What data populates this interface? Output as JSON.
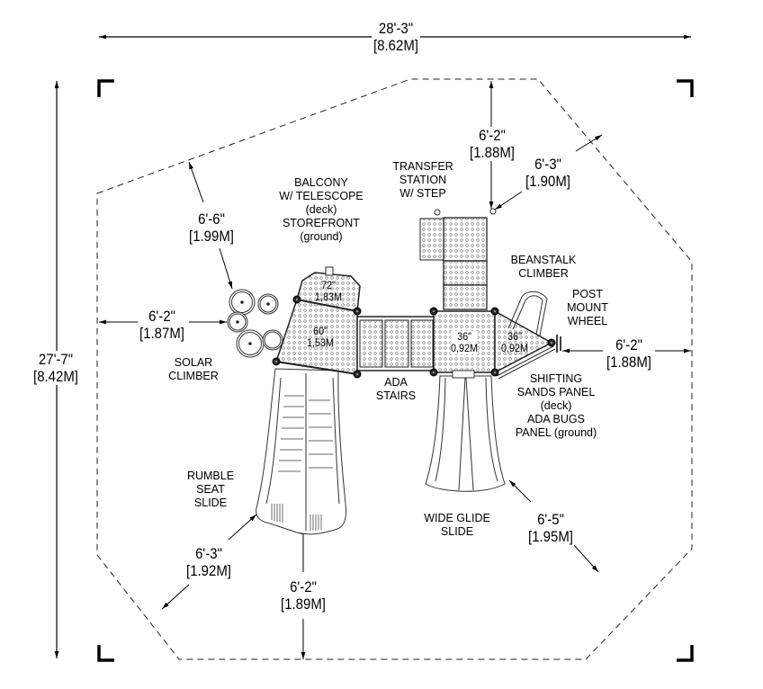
{
  "drawing": {
    "type": "playground plan view",
    "overall": {
      "width": {
        "imperial": "28'-3\"",
        "metric": "[8.62M]"
      },
      "depth": {
        "imperial": "27'-7\"",
        "metric": "[8.42M]"
      }
    },
    "clearances": [
      {
        "id": "top-center",
        "imperial": "6'-2\"",
        "metric": "[1.88M]"
      },
      {
        "id": "top-right",
        "imperial": "6'-3\"",
        "metric": "[1.90M]"
      },
      {
        "id": "top-left",
        "imperial": "6'-6\"",
        "metric": "[1.99M]"
      },
      {
        "id": "left",
        "imperial": "6'-2\"",
        "metric": "[1.87M]"
      },
      {
        "id": "right",
        "imperial": "6'-2\"",
        "metric": "[1.88M]"
      },
      {
        "id": "bottom-right",
        "imperial": "6'-5\"",
        "metric": "[1.95M]"
      },
      {
        "id": "bottom-left",
        "imperial": "6'-3\"",
        "metric": "[1.92M]"
      },
      {
        "id": "bottom-center",
        "imperial": "6'-2\"",
        "metric": "[1.89M]"
      }
    ],
    "decks": [
      {
        "id": "balcony-deck",
        "height": "72\"",
        "metric": "1,83M"
      },
      {
        "id": "main-deck",
        "height": "60\"",
        "metric": "1,53M"
      },
      {
        "id": "square-deck",
        "height": "36\"",
        "metric": "0,92M"
      },
      {
        "id": "triangle-deck",
        "height": "36\"",
        "metric": "0,92M"
      }
    ],
    "components": [
      {
        "id": "balcony",
        "lines": [
          "BALCONY",
          "W/ TELESCOPE",
          "(deck)",
          "STOREFRONT",
          "(ground)"
        ]
      },
      {
        "id": "transfer-station",
        "lines": [
          "TRANSFER",
          "STATION",
          "W/ STEP"
        ]
      },
      {
        "id": "beanstalk-climber",
        "lines": [
          "BEANSTALK",
          "CLIMBER"
        ]
      },
      {
        "id": "post-mount-wheel",
        "lines": [
          "POST",
          "MOUNT",
          "WHEEL"
        ]
      },
      {
        "id": "solar-climber",
        "lines": [
          "SOLAR",
          "CLIMBER"
        ]
      },
      {
        "id": "ada-stairs",
        "lines": [
          "ADA",
          "STAIRS"
        ]
      },
      {
        "id": "shifting-sands",
        "lines": [
          "SHIFTING",
          "SANDS PANEL",
          "(deck)",
          "ADA BUGS",
          "PANEL (ground)"
        ]
      },
      {
        "id": "rumble-seat-slide",
        "lines": [
          "RUMBLE",
          "SEAT",
          "SLIDE"
        ]
      },
      {
        "id": "wide-glide-slide",
        "lines": [
          "WIDE GLIDE",
          "SLIDE"
        ]
      }
    ]
  }
}
